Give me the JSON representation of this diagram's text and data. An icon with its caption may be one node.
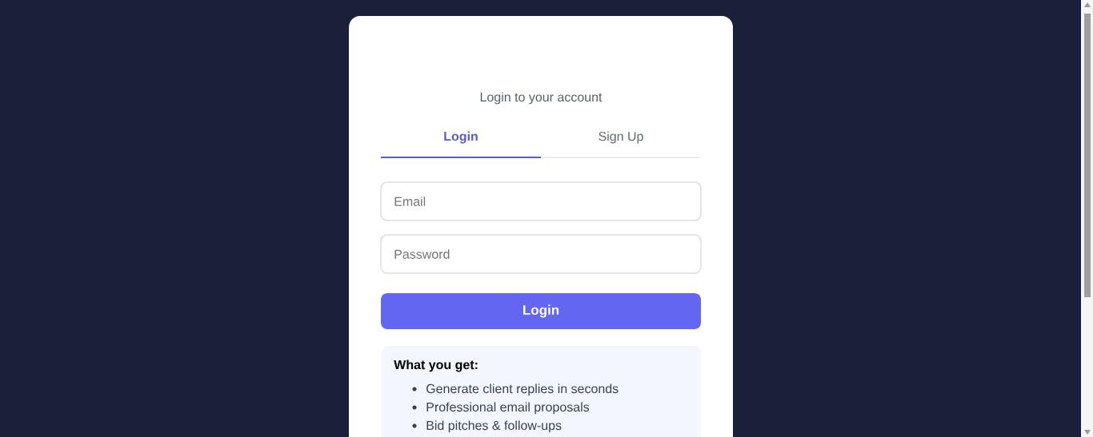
{
  "diagram": {
    "nodes": [
      {
        "text": [
          "Login to your account"
        ]
      },
      {
        "text": [
          "Login"
        ],
        "in": 0
      },
      {
        "text": [
          "Sign Up"
        ],
        "in": 0
      },
      {
        "text": [
          "Email"
        ],
        "in": 0
      },
      {
        "text": [
          "Password"
        ],
        "in": 0
      },
      {
        "text": [
          "Login"
        ],
        "in": 0
      },
      {
        "text": [
          "What you get:",
          "Generate client replies in seconds",
          "Professional email proposals",
          "Bid pitches & follow-ups"
        ],
        "in": 0
      }
    ]
  }
}
